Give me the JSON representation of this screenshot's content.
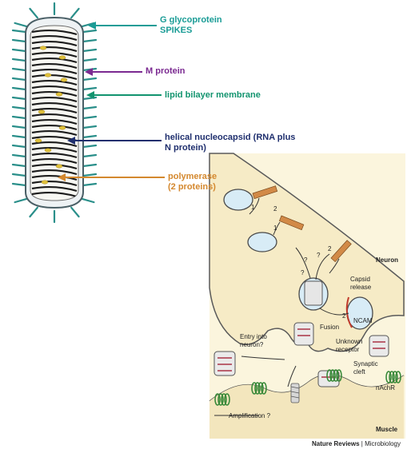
{
  "virion_labels": {
    "g_glycoprotein": "G  glycoprotein",
    "spikes": "SPIKES",
    "m_protein": "M protein",
    "lipid_bilayer": "lipid bilayer membrane",
    "nucleocapsid_line1": "helical nucleocapsid (RNA plus",
    "nucleocapsid_line2": "N protein)",
    "polymerase_line1": "polymerase",
    "polymerase_line2": "(2 proteins)"
  },
  "label_colors": {
    "teal": "#1a9c96",
    "purple": "#7b2a91",
    "green": "#12946f",
    "navy": "#1f2f6e",
    "orange": "#d4882e"
  },
  "neuron_panel": {
    "neuron": "Neuron",
    "capsid_release": [
      "Capsid",
      "release"
    ],
    "ncam": "NCAM",
    "fusion": "Fusion",
    "unknown_receptor": [
      "Unknown",
      "receptor"
    ],
    "entry_into_neuron": [
      "Entry into",
      "neuron?"
    ],
    "synaptic_cleft": [
      "Synaptic",
      "cleft"
    ],
    "nachr": "nAchR",
    "amplification": "Amplification ?",
    "muscle": "Muscle",
    "step1a": "1",
    "step2a": "2",
    "step1b": "1",
    "step2b": "2",
    "q1": "?",
    "q2": "?",
    "q3": "?",
    "step2c": "2"
  },
  "credit": {
    "journal": "Nature Reviews",
    "separator": " | ",
    "section": "Microbiology"
  }
}
